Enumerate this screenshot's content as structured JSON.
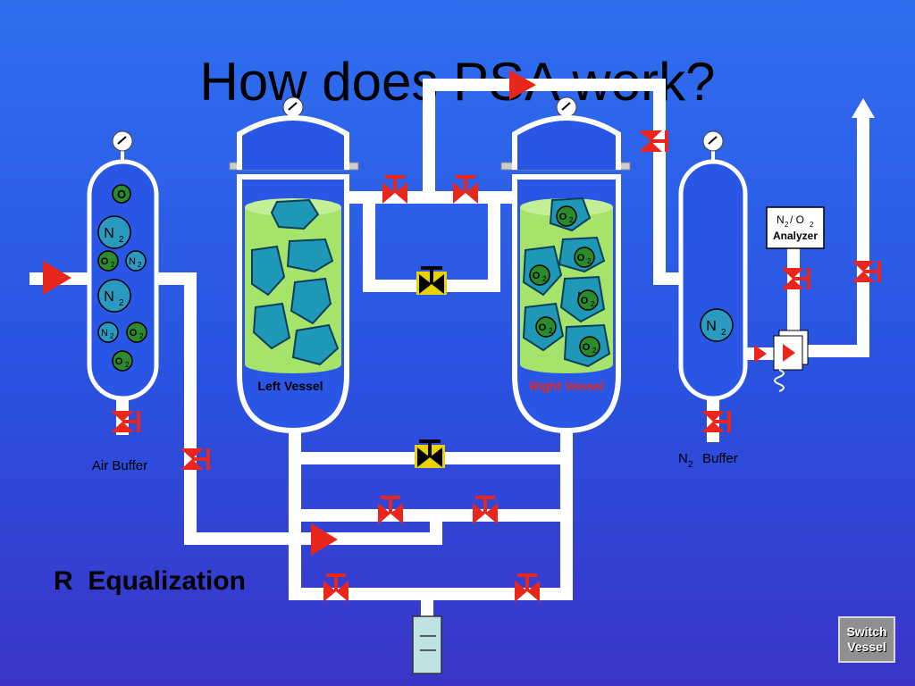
{
  "title": "How does PSA work?",
  "stage_label": "R  Equalization",
  "switch_button": {
    "line1": "Switch",
    "line2": "Vessel"
  },
  "vessels": {
    "air_buffer": "Air Buffer",
    "left_vessel": "Left Vessel",
    "right_vessel": "Right Vessel",
    "n2_buffer_sym": "N",
    "n2_buffer_sub": "2",
    "n2_buffer_word": "Buffer"
  },
  "analyzer": {
    "line1_n": "N",
    "line1_sub1": "2",
    "line1_mid": "/ O",
    "line1_sub2": "2",
    "line2": "Analyzer"
  },
  "molecules": {
    "o_single": "O",
    "n": "N",
    "o": "O",
    "sub": "2",
    "partial_n": "N"
  },
  "colors": {
    "background_top": "#2f6ff0",
    "background_bottom": "#3a34c8",
    "pipe": "#ffffff",
    "valve_open": "#e8261c",
    "valve_closed": "#000000",
    "valve_closed_bg": "#e8d200",
    "sieve_bed": "#a6e36b",
    "sieve_particle": "#1f98b8",
    "oxygen_molecule": "#2b8a2b",
    "nitrogen_molecule": "#2a9ac0",
    "right_vessel_label": "#e8261c",
    "switch_button": "#8f8f8f"
  },
  "icons": [
    "pressure-gauge-icon",
    "valve-icon",
    "flow-arrow-icon",
    "solenoid-valve-icon",
    "silencer-icon"
  ]
}
